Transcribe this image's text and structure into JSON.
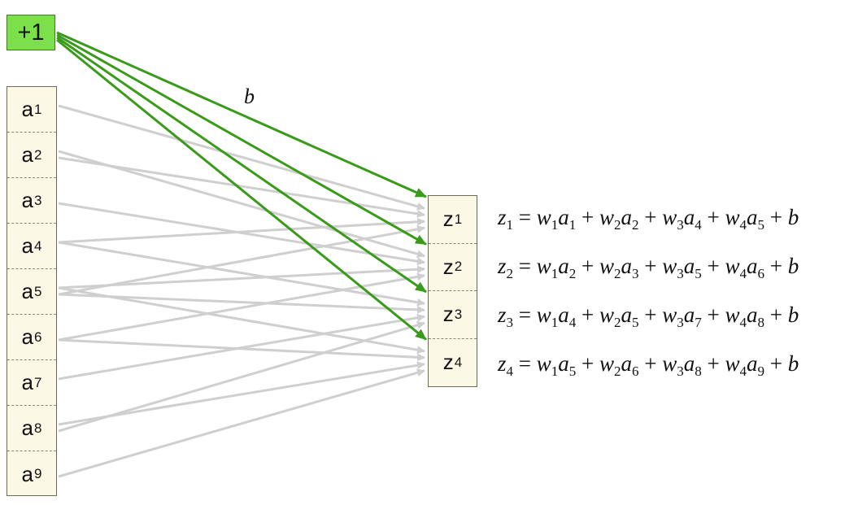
{
  "bias": {
    "label": "+1",
    "weight_label": "b"
  },
  "inputs": [
    {
      "base": "a",
      "sub": "1"
    },
    {
      "base": "a",
      "sub": "2"
    },
    {
      "base": "a",
      "sub": "3"
    },
    {
      "base": "a",
      "sub": "4"
    },
    {
      "base": "a",
      "sub": "5"
    },
    {
      "base": "a",
      "sub": "6"
    },
    {
      "base": "a",
      "sub": "7"
    },
    {
      "base": "a",
      "sub": "8"
    },
    {
      "base": "a",
      "sub": "9"
    }
  ],
  "outputs": [
    {
      "base": "z",
      "sub": "1"
    },
    {
      "base": "z",
      "sub": "2"
    },
    {
      "base": "z",
      "sub": "3"
    },
    {
      "base": "z",
      "sub": "4"
    }
  ],
  "connections": [
    {
      "output": 1,
      "inputs": [
        1,
        2,
        4,
        5
      ]
    },
    {
      "output": 2,
      "inputs": [
        2,
        3,
        5,
        6
      ]
    },
    {
      "output": 3,
      "inputs": [
        4,
        5,
        7,
        8
      ]
    },
    {
      "output": 4,
      "inputs": [
        5,
        6,
        8,
        9
      ]
    }
  ],
  "equations": [
    {
      "z": "1",
      "terms": [
        {
          "w": "1",
          "a": "1"
        },
        {
          "w": "2",
          "a": "2"
        },
        {
          "w": "3",
          "a": "4"
        },
        {
          "w": "4",
          "a": "5"
        }
      ],
      "b": "b"
    },
    {
      "z": "2",
      "terms": [
        {
          "w": "1",
          "a": "2"
        },
        {
          "w": "2",
          "a": "3"
        },
        {
          "w": "3",
          "a": "5"
        },
        {
          "w": "4",
          "a": "6"
        }
      ],
      "b": "b"
    },
    {
      "z": "3",
      "terms": [
        {
          "w": "1",
          "a": "4"
        },
        {
          "w": "2",
          "a": "5"
        },
        {
          "w": "3",
          "a": "7"
        },
        {
          "w": "4",
          "a": "8"
        }
      ],
      "b": "b"
    },
    {
      "z": "4",
      "terms": [
        {
          "w": "1",
          "a": "5"
        },
        {
          "w": "2",
          "a": "6"
        },
        {
          "w": "3",
          "a": "8"
        },
        {
          "w": "4",
          "a": "9"
        }
      ],
      "b": "b"
    }
  ],
  "colors": {
    "bias_fill": "#7be04a",
    "bias_edge": "#3a9a1a",
    "input_edge": "#cfcfcf",
    "cell_fill": "#fbf8e6"
  }
}
